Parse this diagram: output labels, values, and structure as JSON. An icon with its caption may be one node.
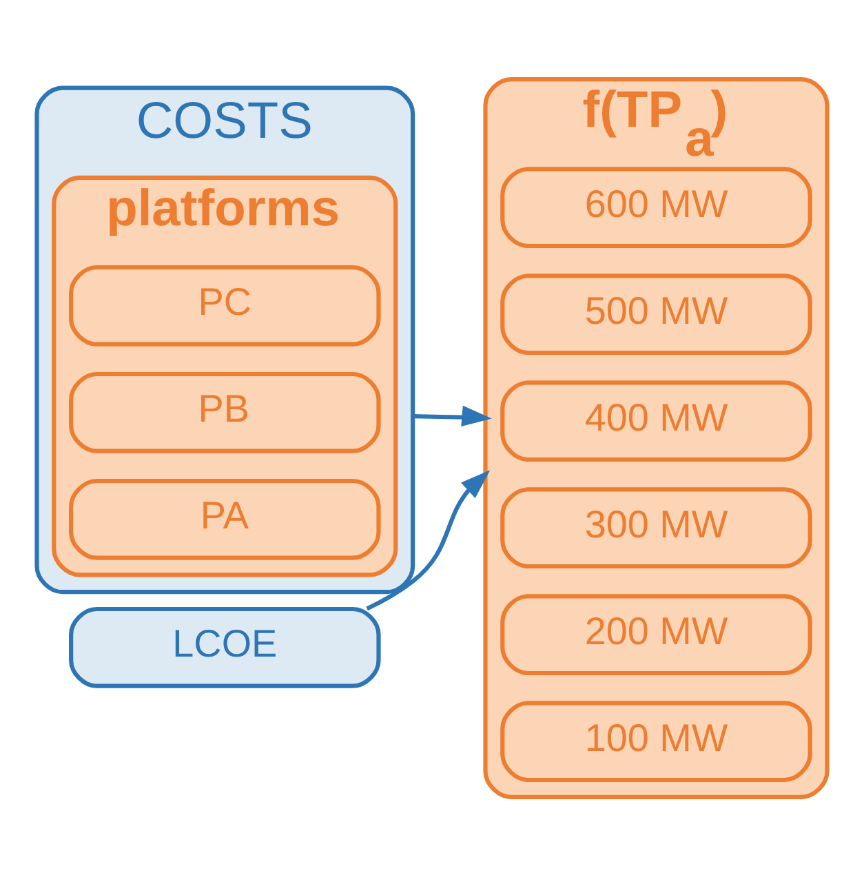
{
  "diagram": {
    "nodes": [
      {
        "text": [
          "COSTS"
        ]
      },
      {
        "text": [
          "platforms"
        ],
        "in": 0
      },
      {
        "text": [
          "PA"
        ],
        "in": 1
      },
      {
        "text": [
          "PB"
        ],
        "in": 1
      },
      {
        "text": [
          "PC"
        ],
        "in": 1
      },
      {
        "text": [
          "f(TP$_{a}$)"
        ]
      },
      {
        "text": [
          "100 MW"
        ],
        "in": 5
      },
      {
        "text": [
          "200 MW"
        ],
        "in": 5
      },
      {
        "text": [
          "300 MW"
        ],
        "in": 5
      },
      {
        "text": [
          "400 MW"
        ],
        "in": 5
      },
      {
        "text": [
          "500 MW"
        ],
        "in": 5
      },
      {
        "text": [
          "600 MW"
        ],
        "in": 5
      },
      {
        "text": [
          "LCOE"
        ]
      }
    ],
    "edges": [
      {
        "from": 0,
        "to": 5,
        "arrow": "to"
      },
      {
        "from": 12,
        "to": 5,
        "arrow": "to"
      }
    ]
  }
}
